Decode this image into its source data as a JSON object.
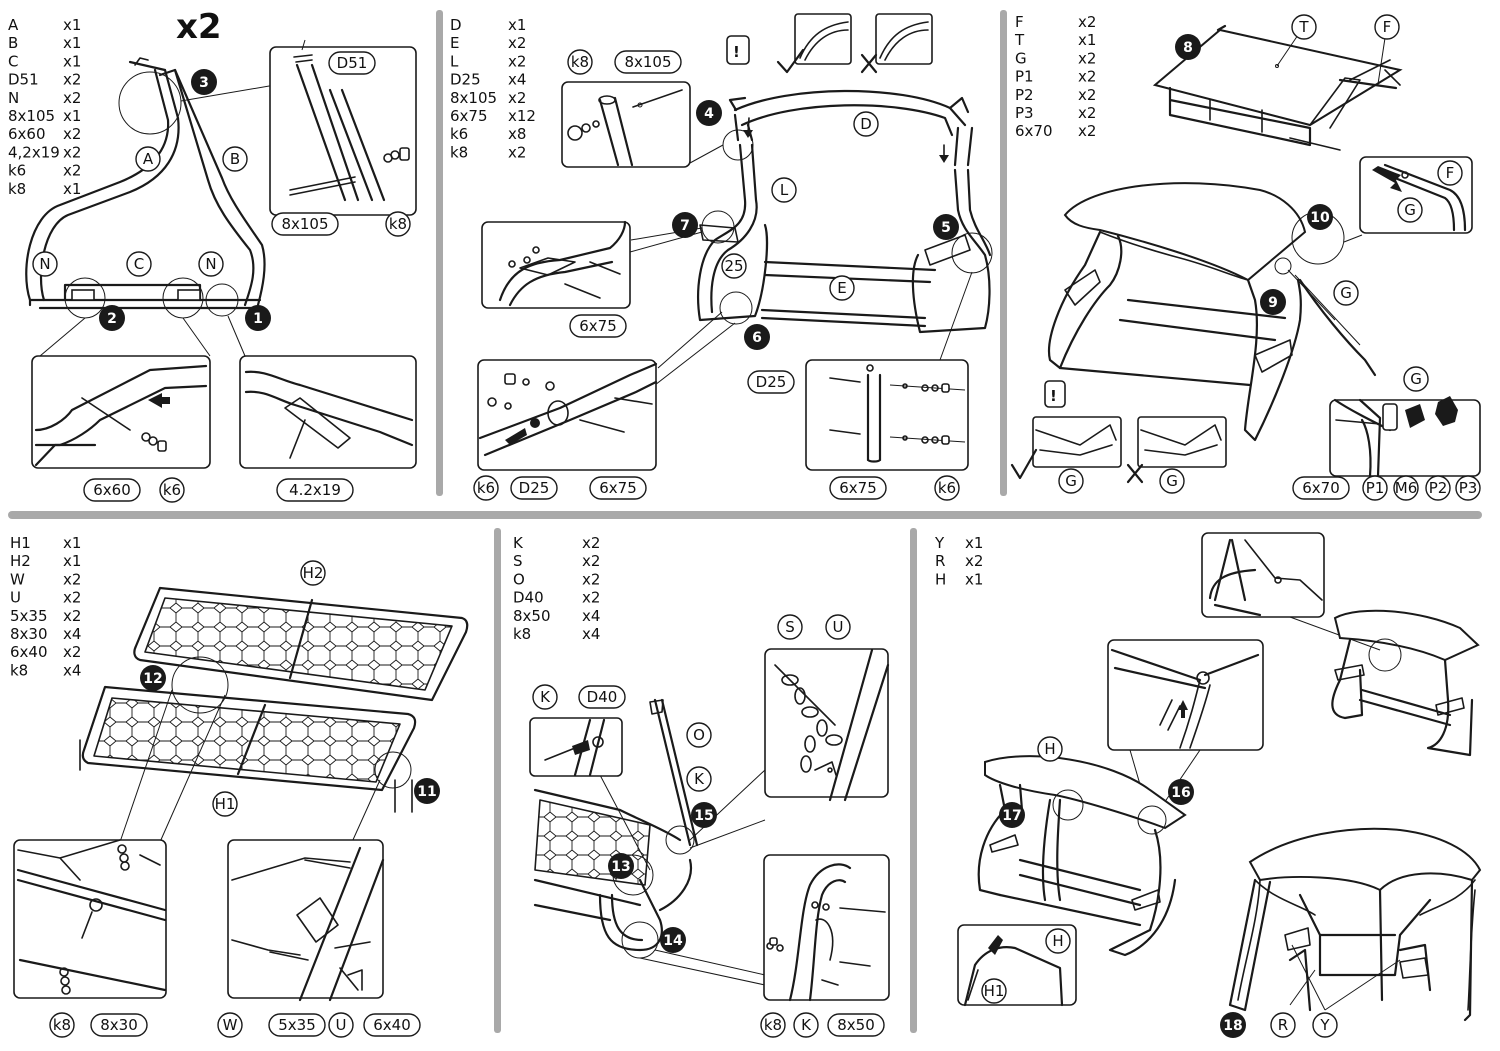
{
  "cell1": {
    "parts": [
      {
        "code": "A",
        "qty": "x1"
      },
      {
        "code": "B",
        "qty": "x1"
      },
      {
        "code": "C",
        "qty": "x1"
      },
      {
        "code": "D51",
        "qty": "x2"
      },
      {
        "code": "N",
        "qty": "x2"
      },
      {
        "code": "8x105",
        "qty": "x1"
      },
      {
        "code": "6x60",
        "qty": "x2"
      },
      {
        "code": "4,2x19",
        "qty": "x2"
      },
      {
        "code": "k6",
        "qty": "x2"
      },
      {
        "code": "k8",
        "qty": "x1"
      }
    ],
    "multiplier": "x2",
    "callouts": {
      "A": "A",
      "B": "B",
      "C": "C",
      "N1": "N",
      "N2": "N",
      "D51": "D51",
      "k8": "k8",
      "bolt8x105": "8x105",
      "bolt6x60": "6x60",
      "k6": "k6",
      "screw": "4.2x19"
    },
    "steps": [
      "1",
      "2",
      "3"
    ]
  },
  "cell2": {
    "parts": [
      {
        "code": "D",
        "qty": "x1"
      },
      {
        "code": "E",
        "qty": "x2"
      },
      {
        "code": "L",
        "qty": "x2"
      },
      {
        "code": "D25",
        "qty": "x4"
      },
      {
        "code": "8x105",
        "qty": "x2"
      },
      {
        "code": "6x75",
        "qty": "x12"
      },
      {
        "code": "k6",
        "qty": "x8"
      },
      {
        "code": "k8",
        "qty": "x2"
      }
    ],
    "callouts": {
      "k8": "k8",
      "bolt8x105": "8x105",
      "D": "D",
      "L": "L",
      "E": "E",
      "n25": "25",
      "bolt6x75a": "6x75",
      "k6a": "k6",
      "D25a": "D25",
      "bolt6x75b": "6x75",
      "D25b": "D25",
      "bolt6x75c": "6x75",
      "k6b": "k6"
    },
    "warning": "!",
    "steps": [
      "4",
      "5",
      "6",
      "7"
    ]
  },
  "cell3": {
    "parts": [
      {
        "code": "F",
        "qty": "x2"
      },
      {
        "code": "T",
        "qty": "x1"
      },
      {
        "code": "G",
        "qty": "x2"
      },
      {
        "code": "P1",
        "qty": "x2"
      },
      {
        "code": "P2",
        "qty": "x2"
      },
      {
        "code": "P3",
        "qty": "x2"
      },
      {
        "code": "6x70",
        "qty": "x2"
      }
    ],
    "callouts": {
      "T": "T",
      "F1": "F",
      "F2": "F",
      "G1": "G",
      "G2": "G",
      "G3": "G",
      "G4": "G",
      "G5": "G",
      "bolt6x70": "6x70",
      "P1": "P1",
      "M6": "M6",
      "P2": "P2",
      "P3": "P3"
    },
    "warning": "!",
    "steps": [
      "8",
      "9",
      "10"
    ]
  },
  "cell4": {
    "parts": [
      {
        "code": "H1",
        "qty": "x1"
      },
      {
        "code": "H2",
        "qty": "x1"
      },
      {
        "code": "W",
        "qty": "x2"
      },
      {
        "code": "U",
        "qty": "x2"
      },
      {
        "code": "5x35",
        "qty": "x2"
      },
      {
        "code": "8x30",
        "qty": "x4"
      },
      {
        "code": "6x40",
        "qty": "x2"
      },
      {
        "code": "k8",
        "qty": "x4"
      }
    ],
    "callouts": {
      "H2": "H2",
      "H1": "H1",
      "k8": "k8",
      "bolt8x30": "8x30",
      "W": "W",
      "bolt5x35": "5x35",
      "U": "U",
      "bolt6x40": "6x40"
    },
    "steps": [
      "11",
      "12"
    ]
  },
  "cell5": {
    "parts": [
      {
        "code": "K",
        "qty": "x2"
      },
      {
        "code": "S",
        "qty": "x2"
      },
      {
        "code": "O",
        "qty": "x2"
      },
      {
        "code": "D40",
        "qty": "x2"
      },
      {
        "code": "8x50",
        "qty": "x4"
      },
      {
        "code": "k8",
        "qty": "x4"
      }
    ],
    "callouts": {
      "K1": "K",
      "D40": "D40",
      "O": "O",
      "K2": "K",
      "S": "S",
      "U": "U",
      "k8": "k8",
      "K3": "K",
      "bolt8x50": "8x50"
    },
    "steps": [
      "13",
      "14",
      "15"
    ]
  },
  "cell6": {
    "parts": [
      {
        "code": "Y",
        "qty": "x1"
      },
      {
        "code": "R",
        "qty": "x2"
      },
      {
        "code": "H",
        "qty": "x1"
      }
    ],
    "callouts": {
      "H1": "H",
      "H2": "H",
      "H1b": "H1",
      "R": "R",
      "Y": "Y"
    },
    "steps": [
      "16",
      "17",
      "18"
    ]
  }
}
